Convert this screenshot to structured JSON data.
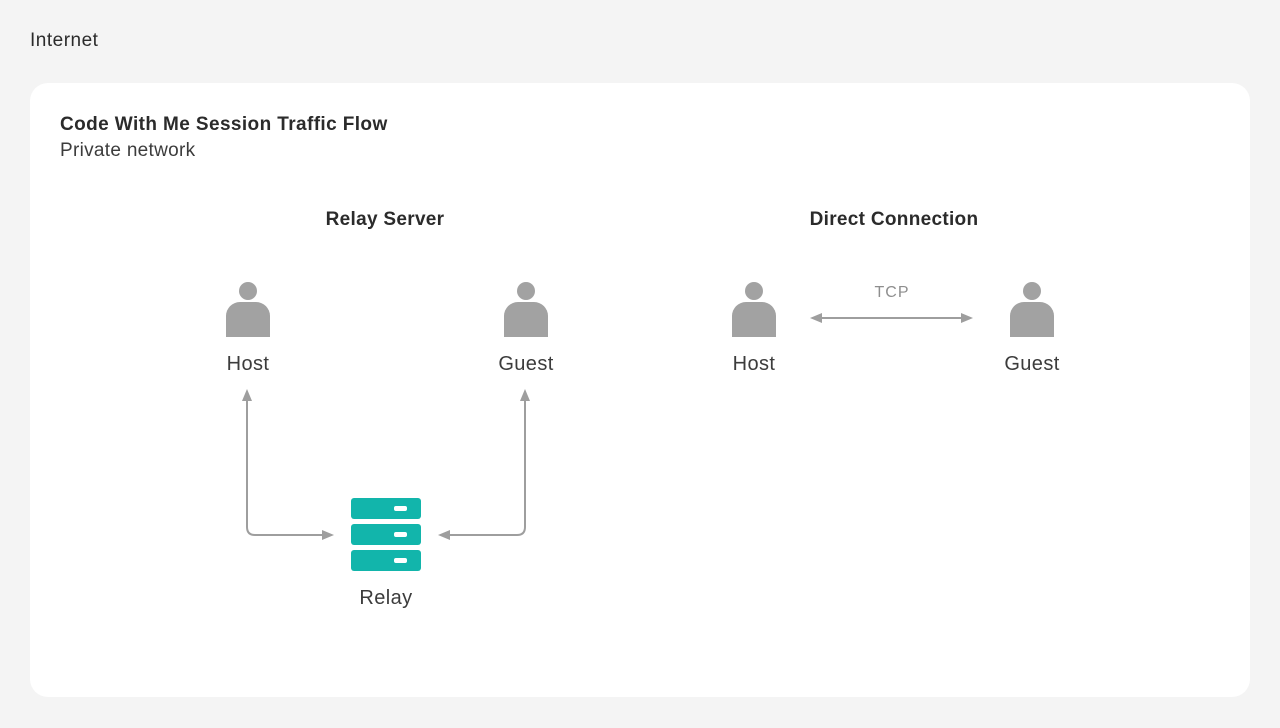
{
  "internet_label": "Internet",
  "card": {
    "title": "Code With Me Session Traffic Flow",
    "subtitle": "Private network"
  },
  "sections": {
    "relay": {
      "heading": "Relay Server",
      "host_label": "Host",
      "guest_label": "Guest",
      "relay_label": "Relay"
    },
    "direct": {
      "heading": "Direct Connection",
      "host_label": "Host",
      "guest_label": "Guest",
      "link_label": "TCP"
    }
  },
  "colors": {
    "page_bg": "#f4f4f4",
    "card_bg": "#ffffff",
    "title_text": "#2b2b2b",
    "label_text": "#3c3c3c",
    "muted_text": "#8e8e8e",
    "person_fill": "#a2a2a2",
    "arrow": "#9e9e9e",
    "relay_fill": "#12b5ab"
  }
}
